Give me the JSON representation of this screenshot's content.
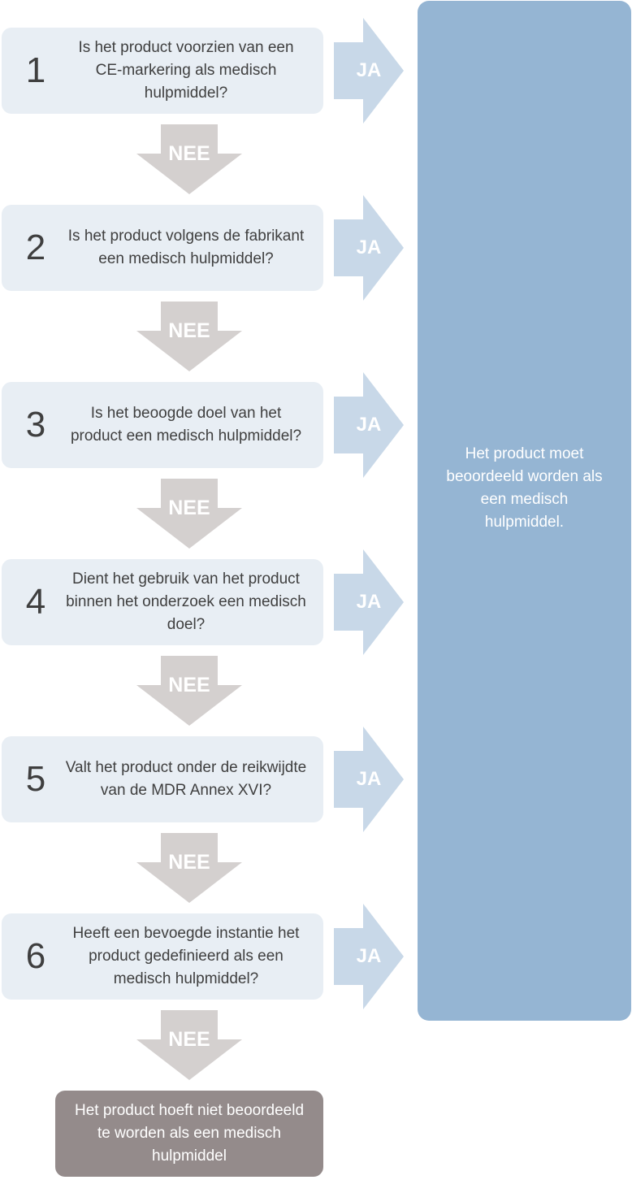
{
  "steps": [
    {
      "number": "1",
      "question": "Is het product voorzien van een CE-markering als medisch hulpmiddel?"
    },
    {
      "number": "2",
      "question": "Is het product volgens de fabrikant een medisch hulpmiddel?"
    },
    {
      "number": "3",
      "question": "Is het beoogde doel van het product een medisch hulpmiddel?"
    },
    {
      "number": "4",
      "question": "Dient het gebruik van het product binnen het onderzoek een medisch doel?"
    },
    {
      "number": "5",
      "question": "Valt het product onder de reikwijdte van de MDR Annex XVI?"
    },
    {
      "number": "6",
      "question": "Heeft een bevoegde instantie het product gedefinieerd als een medisch hulpmiddel?"
    }
  ],
  "labels": {
    "yes": "JA",
    "no": "NEE"
  },
  "result_yes": "Het product moet beoordeeld worden als een medisch hulpmiddel.",
  "result_no": "Het product hoeft niet beoordeeld te worden als een medisch hulpmiddel",
  "colors": {
    "step_bg": "#e8eef4",
    "yes_arrow": "#c8d8e8",
    "no_arrow": "#d4d0cf",
    "result_yes_bg": "#95b5d3",
    "result_no_bg": "#948b8b"
  }
}
